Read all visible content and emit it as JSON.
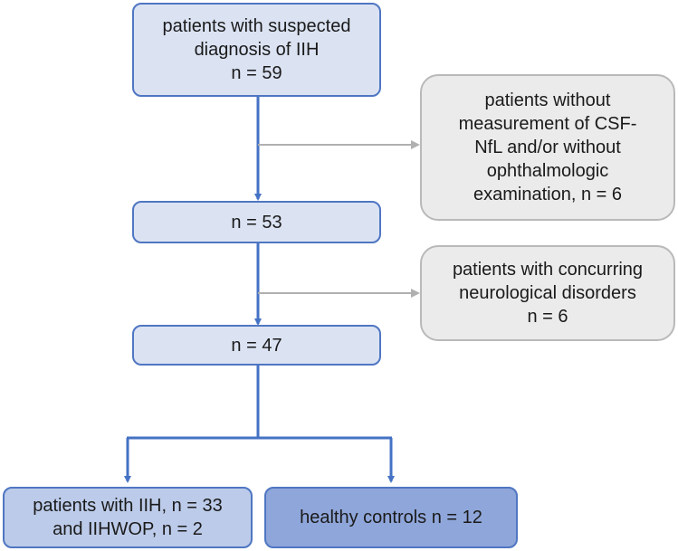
{
  "boxes": {
    "suspected": {
      "lines": [
        "patients with suspected",
        "diagnosis of IIH",
        "n = 59"
      ]
    },
    "excluded_csf": {
      "lines": [
        "patients without",
        "measurement of CSF-",
        "NfL and/or without",
        "ophthalmologic",
        "examination, n = 6"
      ]
    },
    "n53": {
      "lines": [
        "n = 53"
      ]
    },
    "excluded_neuro": {
      "lines": [
        "patients with concurring",
        "neurological disorders",
        "n = 6"
      ]
    },
    "n47": {
      "lines": [
        "n = 47"
      ]
    },
    "iih": {
      "lines": [
        "patients with IIH, n = 33",
        "and IIHWOP, n = 2"
      ]
    },
    "controls": {
      "lines": [
        "healthy controls n = 12"
      ]
    }
  },
  "colors": {
    "main_arrow": "#4472c4",
    "side_arrow": "#b0b0b0",
    "box_light": "#dbe3f3",
    "box_mid": "#bccbe9",
    "box_dark": "#8fa6da",
    "box_gray": "#ebebeb"
  }
}
